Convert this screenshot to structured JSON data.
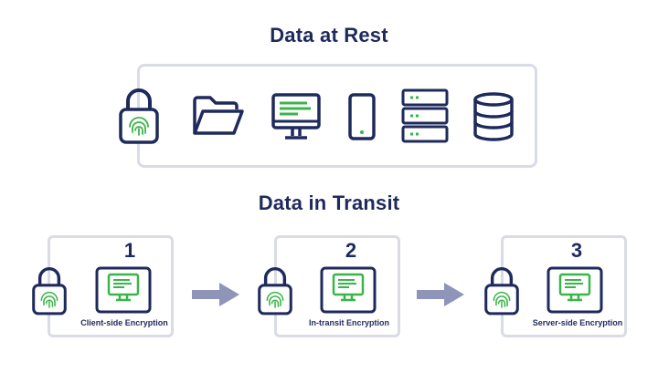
{
  "rest": {
    "title": "Data at Rest",
    "icons": [
      "padlock-fingerprint-icon",
      "folder-icon",
      "monitor-icon",
      "mobile-phone-icon",
      "server-rack-icon",
      "database-icon"
    ]
  },
  "transit": {
    "title": "Data in Transit",
    "stages": [
      {
        "number": "1",
        "label": "Client-side Encryption"
      },
      {
        "number": "2",
        "label": "In-transit Encryption"
      },
      {
        "number": "3",
        "label": "Server-side Encryption"
      }
    ]
  },
  "colors": {
    "navy": "#1f2a5c",
    "green": "#3cb44a",
    "box_border": "#d9dbe7",
    "arrow": "#8e95b8"
  }
}
